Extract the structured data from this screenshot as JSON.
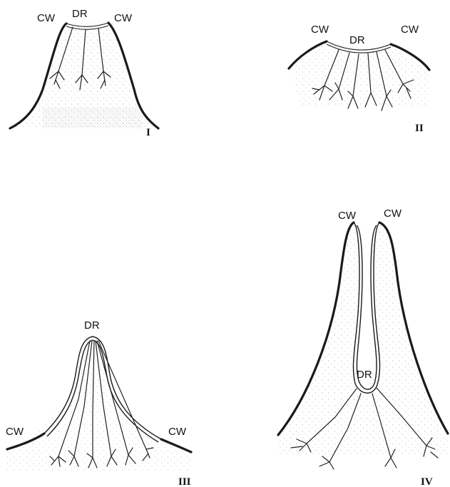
{
  "figures": [
    {
      "id": "I",
      "labels": {
        "cw_left": "CW",
        "dr": "DR",
        "cw_right": "CW",
        "numeral": "I"
      }
    },
    {
      "id": "II",
      "labels": {
        "cw_left": "CW",
        "dr": "DR",
        "cw_right": "CW",
        "numeral": "II"
      }
    },
    {
      "id": "III",
      "labels": {
        "dr": "DR",
        "cw_left": "CW",
        "cw_right": "CW",
        "numeral": "III"
      }
    },
    {
      "id": "IV",
      "labels": {
        "cw_left": "CW",
        "cw_right": "CW",
        "dr": "DR",
        "numeral": "IV"
      }
    }
  ]
}
